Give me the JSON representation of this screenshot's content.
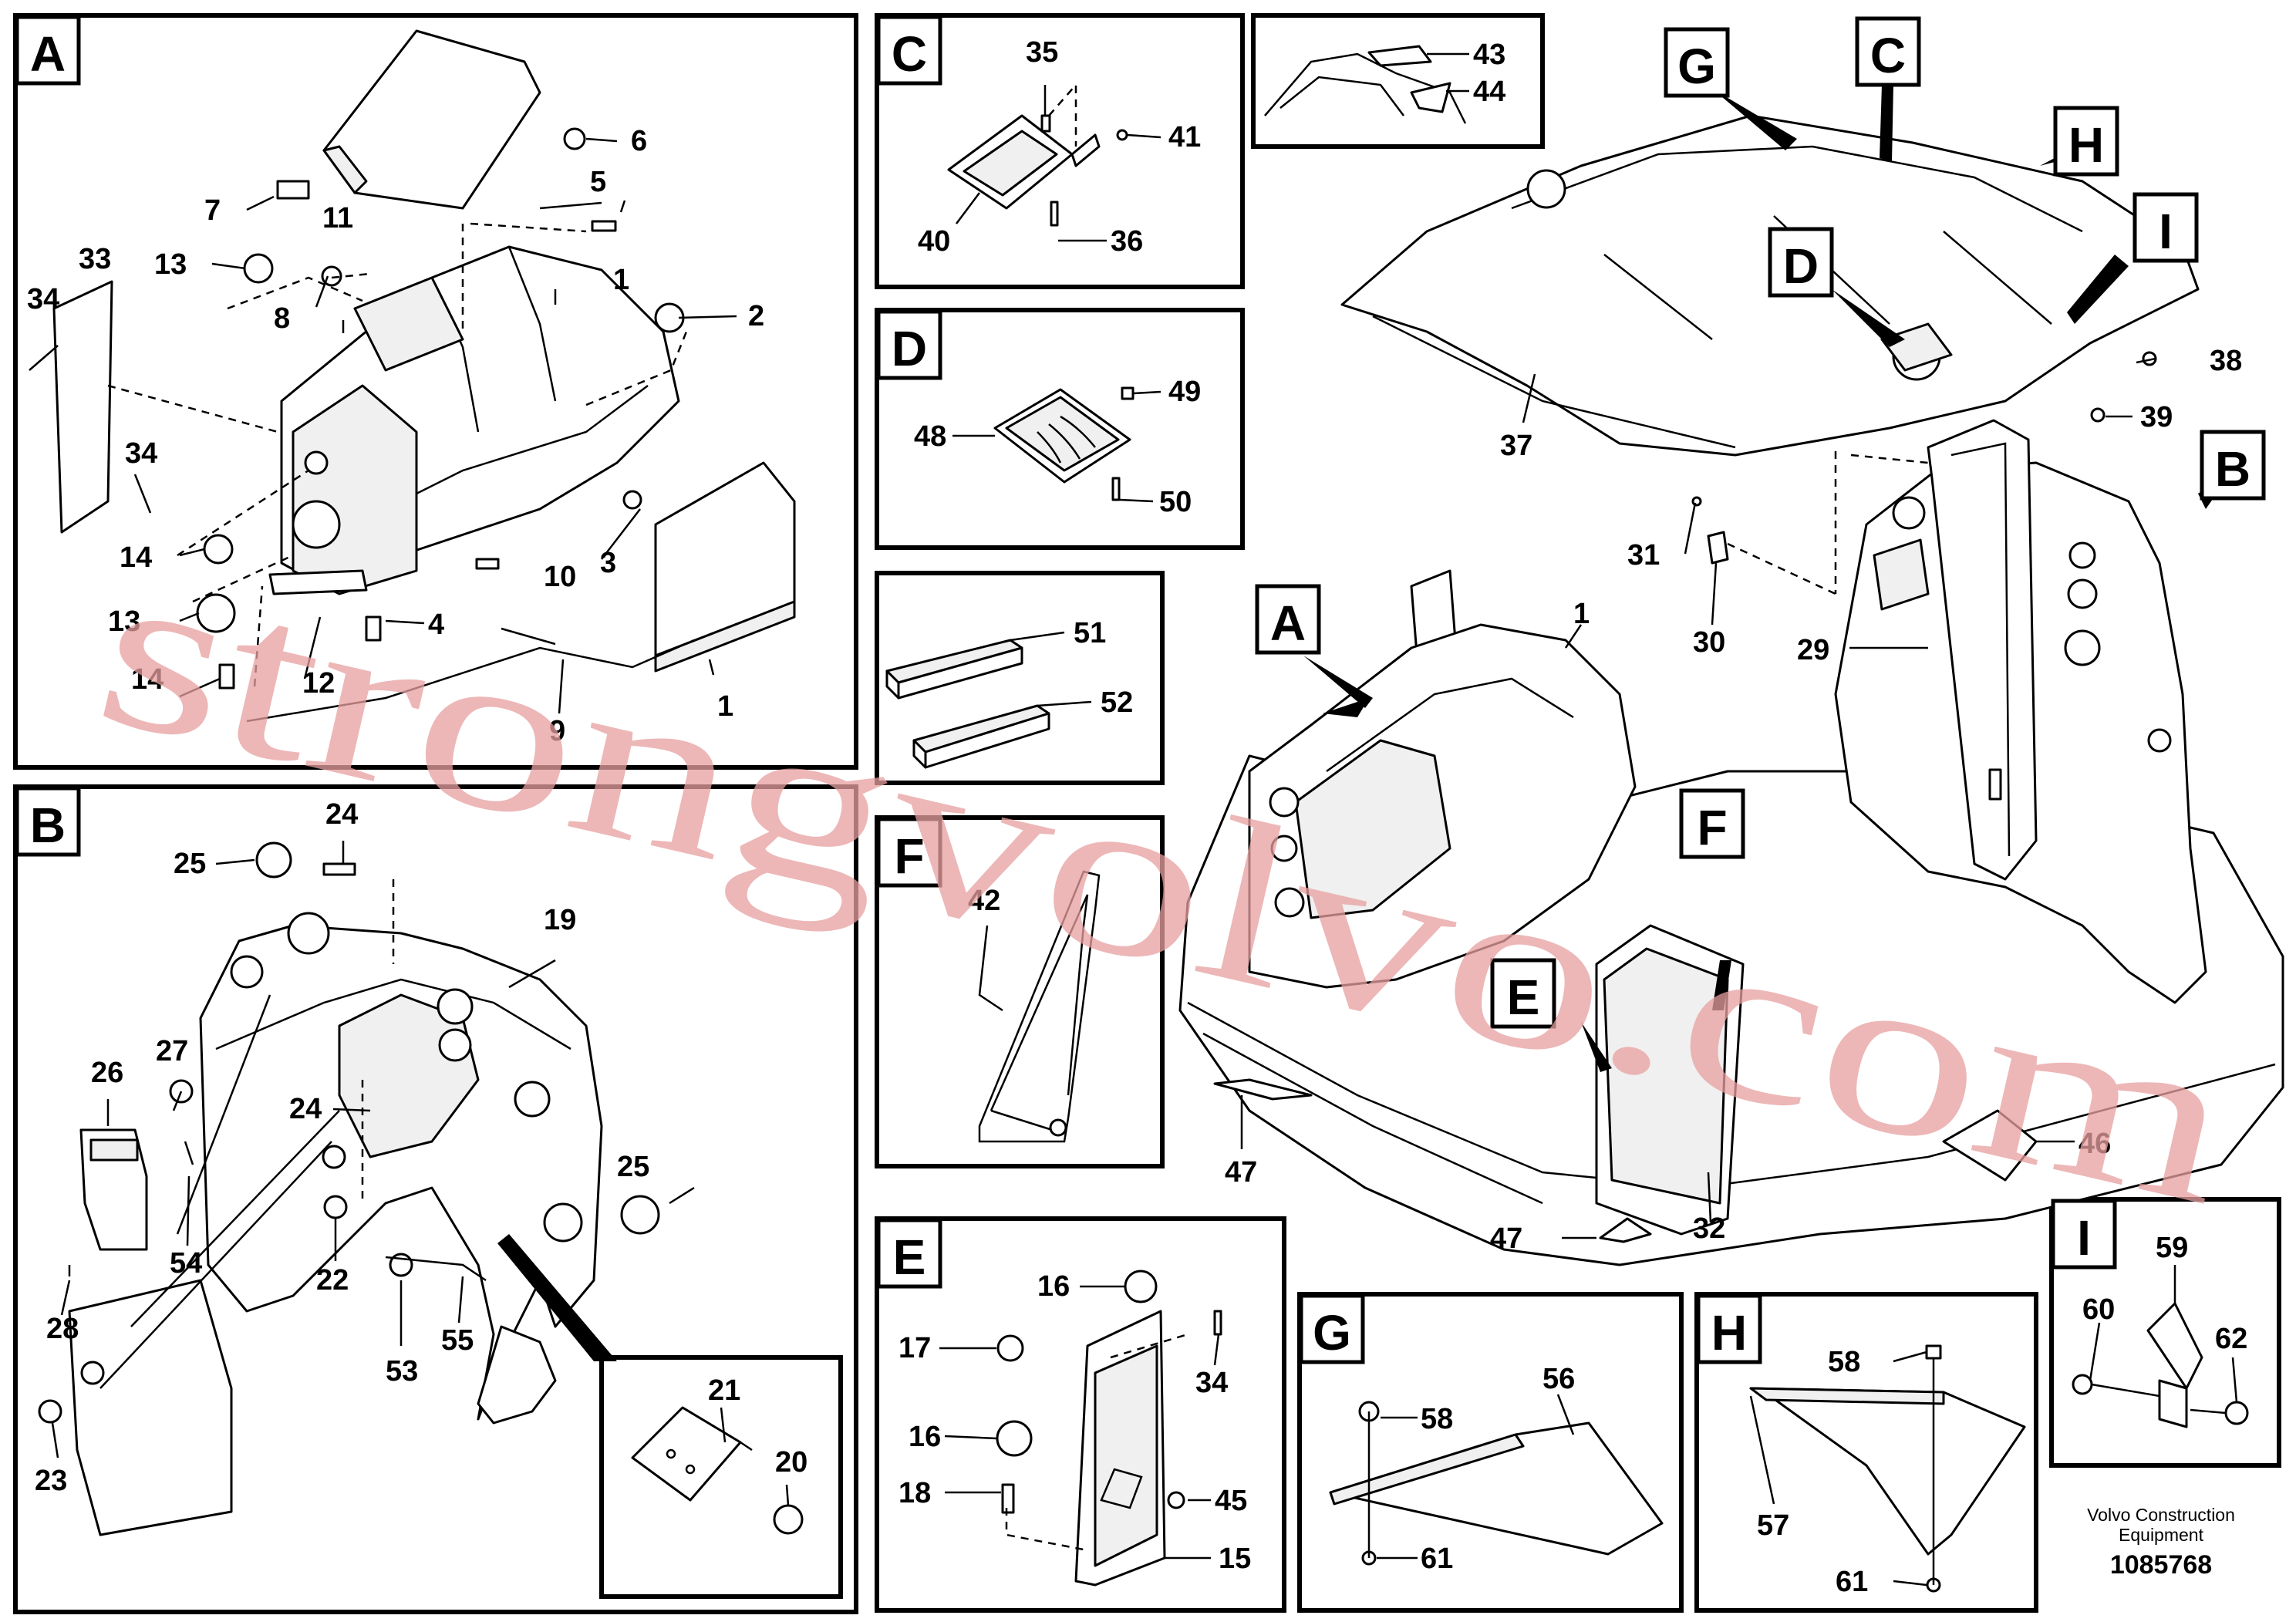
{
  "panel_letters": {
    "A": "A",
    "B": "B",
    "C": "C",
    "D": "D",
    "E": "E",
    "F": "F",
    "G": "G",
    "H": "H",
    "I": "I"
  },
  "part_numbers": [
    "1",
    "2",
    "3",
    "4",
    "5",
    "6",
    "7",
    "8",
    "9",
    "10",
    "11",
    "12",
    "13",
    "14",
    "15",
    "16",
    "17",
    "18",
    "19",
    "20",
    "21",
    "22",
    "23",
    "24",
    "25",
    "26",
    "27",
    "28",
    "29",
    "30",
    "31",
    "32",
    "33",
    "34",
    "35",
    "36",
    "37",
    "38",
    "39",
    "40",
    "41",
    "42",
    "43",
    "44",
    "45",
    "46",
    "47",
    "48",
    "49",
    "50",
    "51",
    "52",
    "53",
    "54",
    "55",
    "56",
    "57",
    "58",
    "59",
    "60",
    "61",
    "62"
  ],
  "watermark": "strongvolvo.com",
  "footer": {
    "line1": "Volvo Construction",
    "line2": "Equipment",
    "doc_number": "1085768"
  }
}
